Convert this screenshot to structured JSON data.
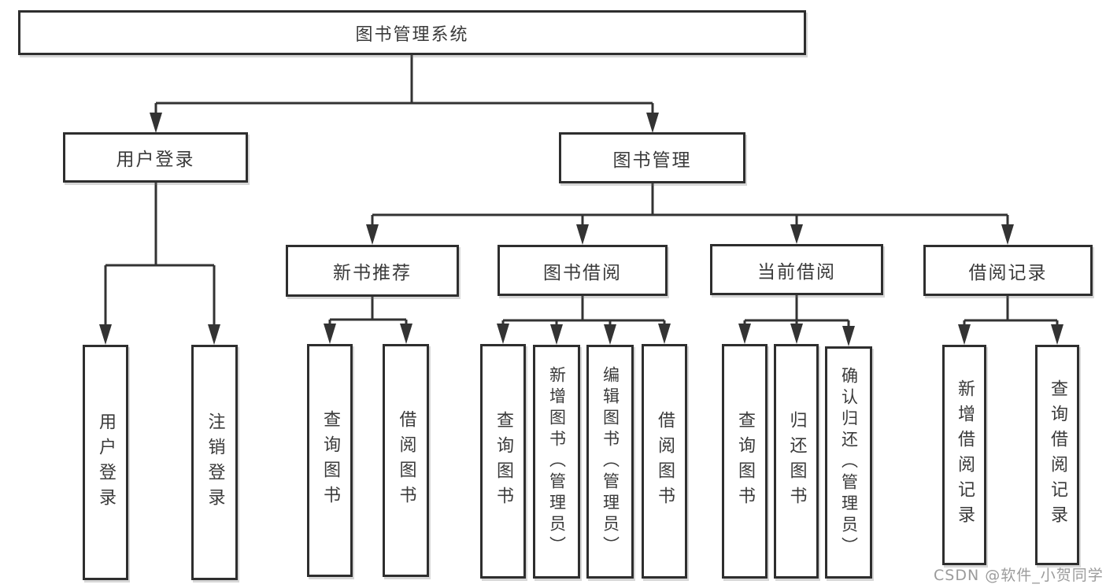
{
  "colors": {
    "line": "#333333",
    "box_border": "#2e2e2e",
    "box_fill": "#ffffff",
    "text": "#3a3a3a",
    "watermark": "#9b9b9b"
  },
  "tree": {
    "root": "图书管理系统",
    "branches": [
      {
        "label": "用户登录",
        "children": [
          "用户登录",
          "注销登录"
        ]
      },
      {
        "label": "图书管理",
        "children": [
          {
            "label": "新书推荐",
            "children": [
              "查询图书",
              "借阅图书"
            ]
          },
          {
            "label": "图书借阅",
            "children": [
              "查询图书",
              "新增图书（管理员）",
              "编辑图书（管理员）",
              "借阅图书"
            ]
          },
          {
            "label": "当前借阅",
            "children": [
              "查询图书",
              "归还图书",
              "确认归还（管理员）"
            ]
          },
          {
            "label": "借阅记录",
            "children": [
              "新增借阅记录",
              "查询借阅记录"
            ]
          }
        ]
      }
    ]
  },
  "watermark": "CSDN @软件_小贺同学"
}
